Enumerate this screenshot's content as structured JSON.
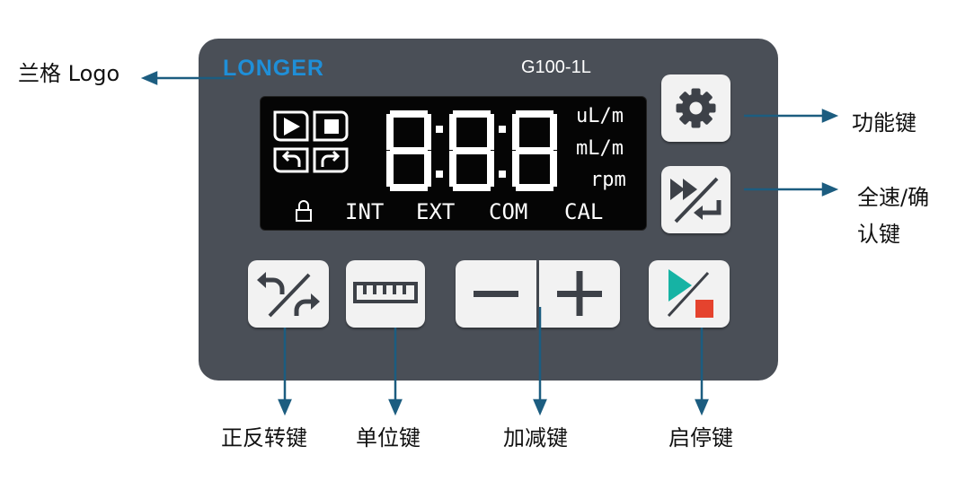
{
  "device": {
    "brand": "LONGER",
    "brand_color": "#1f8fd8",
    "model": "G100-1L",
    "panel_color": "#4a4f57",
    "lcd": {
      "digits": "8:8:8",
      "units": [
        "uL/m",
        "mL/m",
        "rpm"
      ],
      "modes": [
        "INT",
        "EXT",
        "COM",
        "CAL"
      ],
      "icons": [
        "play-icon",
        "stop-icon",
        "ccw-icon",
        "cw-icon",
        "lock-icon"
      ]
    }
  },
  "keys": {
    "function": {
      "icon": "gear-icon"
    },
    "fullspeed": {
      "icon": "fast-forward-enter-icon"
    },
    "direction": {
      "icon": "direction-toggle-icon"
    },
    "unit": {
      "icon": "ruler-icon"
    },
    "minus": {
      "icon": "minus-icon"
    },
    "plus": {
      "icon": "plus-icon"
    },
    "startstop": {
      "icon": "play-stop-icon",
      "play_color": "#16b3a4",
      "stop_color": "#e5432e"
    }
  },
  "annotations": {
    "logo": "兰格 Logo",
    "function": "功能键",
    "fullspeed_line1": "全速/确",
    "fullspeed_line2": "认键",
    "direction": "正反转键",
    "unit": "单位键",
    "adjust": "加减键",
    "startstop": "启停键"
  },
  "arrow_color": "#1c5d80"
}
